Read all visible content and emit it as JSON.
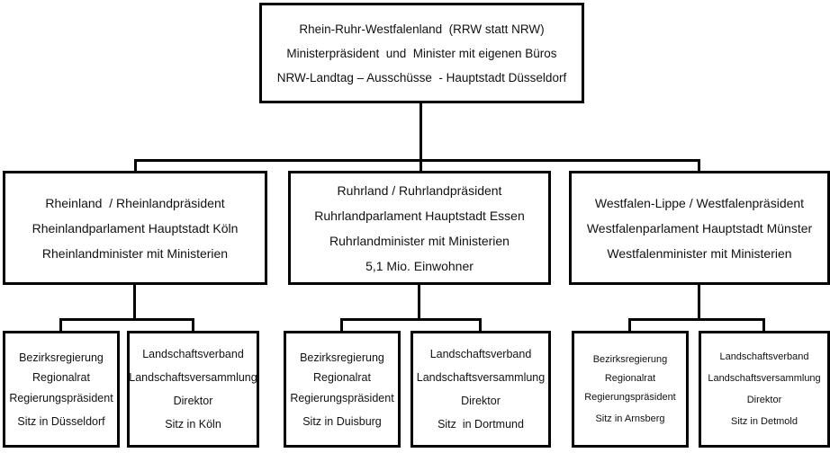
{
  "diagram": {
    "title": "Rhein-Ruhr-Westfalenland Organigramm",
    "colors": {
      "background": "#ffffff",
      "border": "#000000",
      "connector": "#000000",
      "text": "#111111"
    },
    "root": {
      "lines": [
        "Rhein-Ruhr-Westfalenland  (RRW statt NRW)",
        "Ministerpräsident  und  Minister mit eigenen Büros",
        "NRW-Landtag – Ausschüsse  - Hauptstadt Düsseldorf"
      ]
    },
    "regions": [
      {
        "name": "Rheinland",
        "lines": [
          "Rheinland  / Rheinlandpräsident",
          "Rheinlandparlament Hauptstadt Köln",
          "Rheinlandminister mit Ministerien"
        ],
        "children": [
          {
            "name": "Bezirksregierung Düsseldorf",
            "lines": [
              "Bezirksregierung",
              "Regionalrat",
              "Regierungspräsident",
              "Sitz in Düsseldorf"
            ]
          },
          {
            "name": "Landschaftsverband Köln",
            "lines": [
              "Landschaftsverband",
              "Landschaftsversammlung",
              "Direktor",
              "Sitz in Köln"
            ]
          }
        ]
      },
      {
        "name": "Ruhrland",
        "lines": [
          "Ruhrland / Ruhrlandpräsident",
          "Ruhrlandparlament Hauptstadt Essen",
          "Ruhrlandminister mit Ministerien",
          "5,1 Mio. Einwohner"
        ],
        "children": [
          {
            "name": "Bezirksregierung Duisburg",
            "lines": [
              "Bezirksregierung",
              "Regionalrat",
              "Regierungspräsident",
              "Sitz in Duisburg"
            ]
          },
          {
            "name": "Landschaftsverband Dortmund",
            "lines": [
              "Landschaftsverband",
              "Landschaftsversammlung",
              "Direktor",
              "Sitz  in Dortmund"
            ]
          }
        ]
      },
      {
        "name": "Westfalen-Lippe",
        "lines": [
          "Westfalen-Lippe / Westfalenpräsident",
          "Westfalenparlament Hauptstadt Münster",
          "Westfalenminister mit Ministerien"
        ],
        "children": [
          {
            "name": "Bezirksregierung Arnsberg",
            "lines": [
              "Bezirksregierung",
              "Regionalrat",
              "Regierungspräsident",
              "Sitz in Arnsberg"
            ]
          },
          {
            "name": "Landschaftsverband Detmold",
            "lines": [
              "Landschaftsverband",
              "Landschaftsversammlung",
              "Direktor",
              "Sitz in Detmold"
            ]
          }
        ]
      }
    ]
  }
}
